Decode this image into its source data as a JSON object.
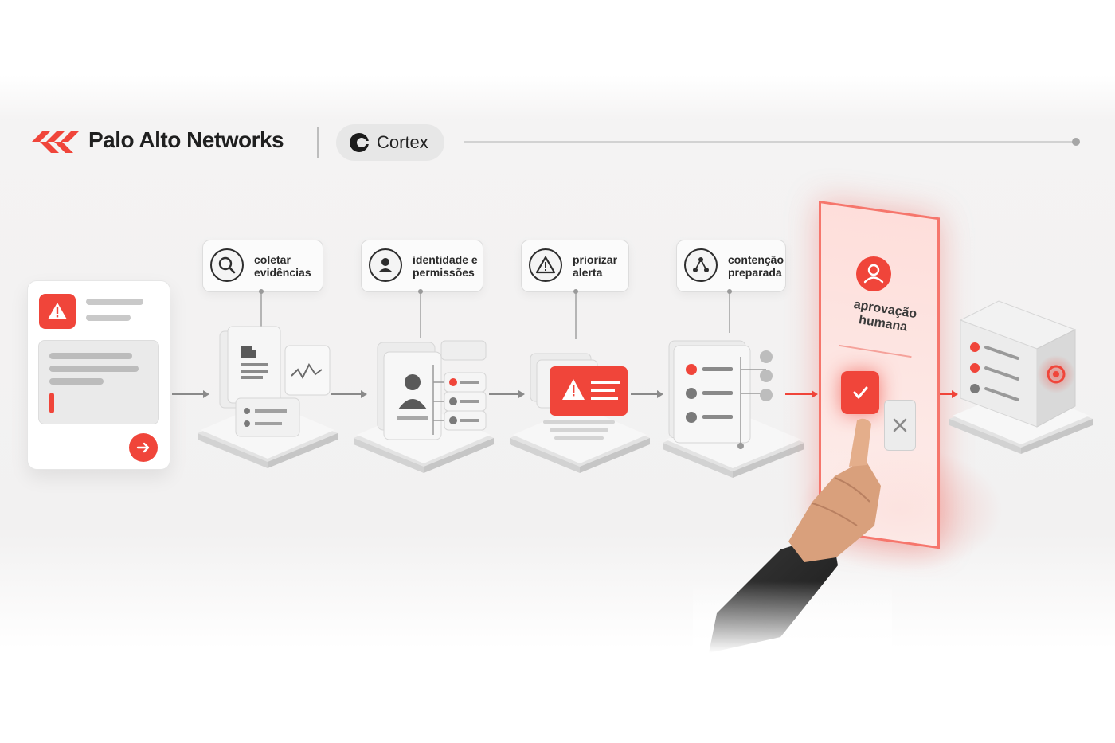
{
  "header": {
    "brand_name": "Palo Alto Networks",
    "product_name": "Cortex",
    "logo_icon": "palo-alto-logo-icon",
    "product_icon": "cortex-logo-icon"
  },
  "colors": {
    "accent": "#f0453a",
    "text_dark": "#222222",
    "neutral": "#c9c9c9"
  },
  "flow": {
    "alert_card": {
      "warning_icon": "warning-icon",
      "action_icon": "arrow-right-icon"
    },
    "steps": [
      {
        "label": "coletar\nevidências",
        "icon": "search-icon"
      },
      {
        "label": "identidade e\npermissões",
        "icon": "user-icon"
      },
      {
        "label": "priorizar\nalerta",
        "icon": "warning-icon"
      },
      {
        "label": "contenção\npreparada",
        "icon": "network-icon"
      }
    ],
    "approval": {
      "label": "aprovação\nhumana",
      "icon": "user-icon",
      "approve_icon": "check-icon",
      "reject_icon": "x-icon"
    },
    "result": {
      "icon": "server-icon"
    }
  }
}
